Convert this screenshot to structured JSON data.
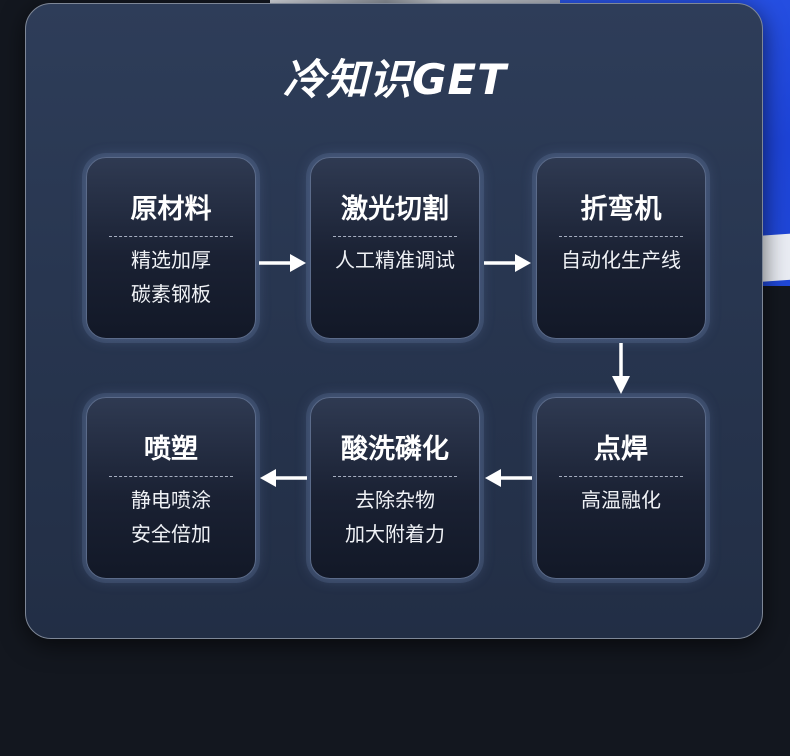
{
  "title": "冷知识GET",
  "steps": [
    {
      "title": "原材料",
      "lines": [
        "精选加厚",
        "碳素钢板"
      ]
    },
    {
      "title": "激光切割",
      "lines": [
        "人工精准调试"
      ]
    },
    {
      "title": "折弯机",
      "lines": [
        "自动化生产线"
      ]
    },
    {
      "title": "点焊",
      "lines": [
        "高温融化"
      ]
    },
    {
      "title": "酸洗磷化",
      "lines": [
        "去除杂物",
        "加大附着力"
      ]
    },
    {
      "title": "喷塑",
      "lines": [
        "静电喷涂",
        "安全倍加"
      ]
    }
  ],
  "colors": {
    "panel": "#283650",
    "card": "#1a2133",
    "text": "#ffffff",
    "arrow": "#ffffff"
  }
}
